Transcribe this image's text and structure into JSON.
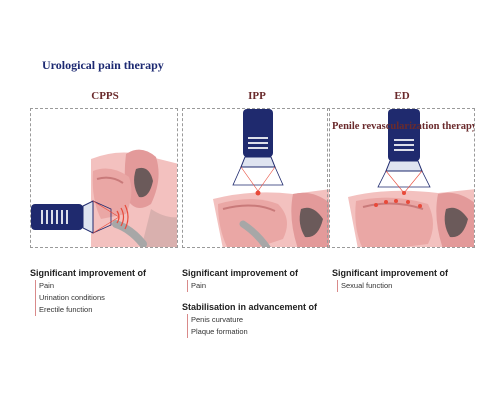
{
  "title": "Urological pain therapy",
  "columns": [
    {
      "heading": "CPPS",
      "overlay": "",
      "groups": [
        {
          "heading": "Significant improvement of",
          "items": [
            "Pain",
            "Urination conditions",
            "Erectile function"
          ]
        }
      ]
    },
    {
      "heading": "IPP",
      "overlay": "",
      "groups": [
        {
          "heading": "Significant improvement of",
          "items": [
            "Pain"
          ]
        },
        {
          "heading": "Stabilisation in advancement of",
          "items": [
            "Penis curvature",
            "Plaque formation"
          ]
        }
      ]
    },
    {
      "heading": "ED",
      "overlay": "Penile revascularization therapy",
      "groups": [
        {
          "heading": "Significant improvement of",
          "items": [
            "Sexual function"
          ]
        }
      ]
    }
  ],
  "colors": {
    "title": "#1d2a72",
    "heading": "#6a2a2c",
    "device": "#1f2a6e",
    "tissue": "#f3c1bf",
    "tissue_dark": "#e39a9a",
    "organ": "#6b5a5a",
    "wave": "#e84a3a"
  },
  "icons": [
    "shockwave-applicator-icon",
    "anatomy-cross-section-icon",
    "focus-point-icon"
  ]
}
